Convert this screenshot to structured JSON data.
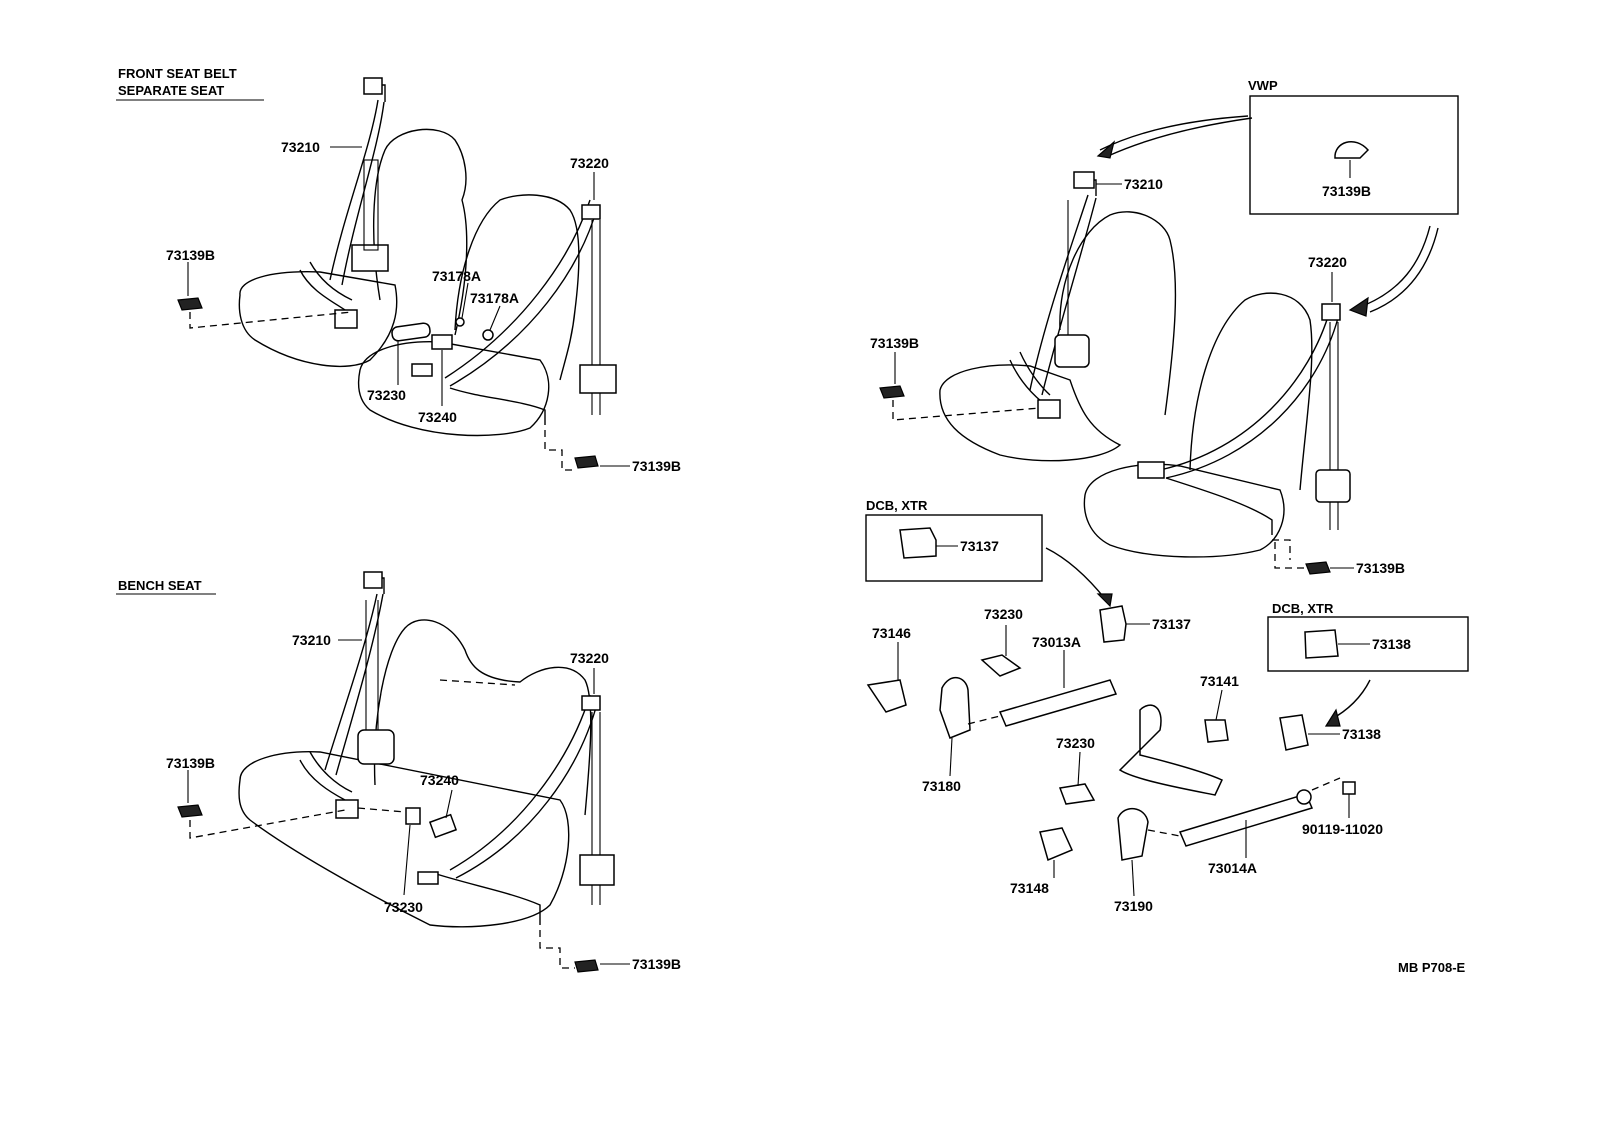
{
  "headers": {
    "front_line1": "FRONT SEAT BELT",
    "front_line2": "SEPARATE SEAT",
    "bench": "BENCH SEAT",
    "vwp": "VWP",
    "dcb1": "DCB, XTR",
    "dcb2": "DCB, XTR"
  },
  "labels": {
    "tl_73210": "73210",
    "tl_73220": "73220",
    "tl_73139b_l": "73139B",
    "tl_73178a_1": "73178A",
    "tl_73178a_2": "73178A",
    "tl_73230": "73230",
    "tl_73240": "73240",
    "tl_73139b_r": "73139B",
    "bl_73210": "73210",
    "bl_73220": "73220",
    "bl_73139b_l": "73139B",
    "bl_73240": "73240",
    "bl_73230": "73230",
    "bl_73139b_r": "73139B",
    "r_73210": "73210",
    "r_vwp_73139b": "73139B",
    "r_73220": "73220",
    "r_73139b_l": "73139B",
    "r_73139b_r": "73139B",
    "r_box_73137": "73137",
    "r_73137": "73137",
    "r_box_73138": "73138",
    "r_73138": "73138",
    "r_73146": "73146",
    "r_73230a": "73230",
    "r_73013a": "73013A",
    "r_73180": "73180",
    "r_73141": "73141",
    "r_73230b": "73230",
    "r_73148": "73148",
    "r_73190": "73190",
    "r_73014a": "73014A",
    "r_90119": "90119-11020"
  },
  "footer": {
    "code": "MB P708-E"
  }
}
